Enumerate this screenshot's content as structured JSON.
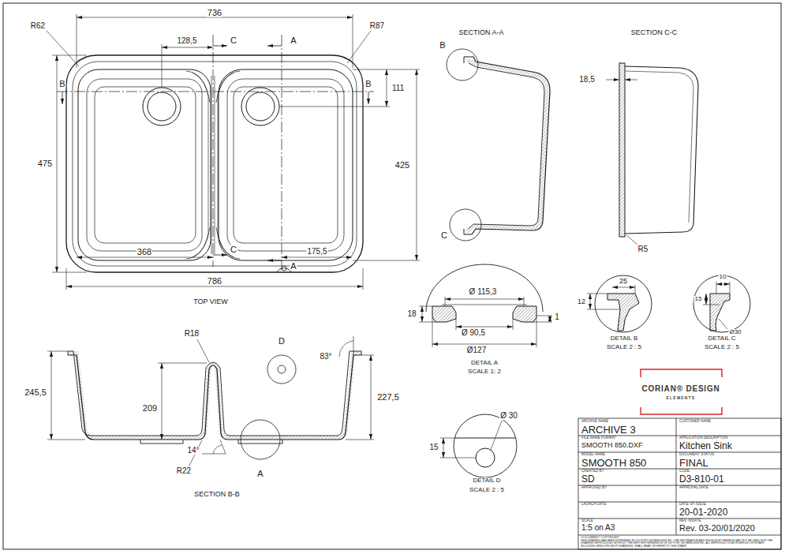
{
  "diagram": {
    "nodes": [
      {
        "text": [
          "CORIAN® DESIGN",
          "ELEMENTS"
        ]
      }
    ],
    "labels": [
      "R62",
      "736",
      "128,5",
      "C",
      "A",
      "R87",
      "B",
      "111",
      "B",
      "475",
      "425",
      "368",
      "C",
      "A",
      "175,5",
      "786",
      "TOP VIEW",
      "R18",
      "D",
      "83°",
      "245,5",
      "227,5",
      "209",
      "14°",
      "R22",
      "A",
      "SECTION B-B",
      "SECTION A-A",
      "B",
      "C",
      "SECTION C-C",
      "18,5",
      "R5",
      "Ø 115,3",
      "18",
      "1",
      "Ø 90,5",
      "Ø127",
      "DETAIL A",
      "SCALE 1: 2",
      "25",
      "12",
      "DETAIL B",
      "SCALE 2 : 5",
      "10",
      "15",
      "Ø30",
      "DETAIL C",
      "SCALE 2 : 5",
      "Ø 30",
      "15",
      "DETAIL D",
      "SCALE 2 : 5",
      "ARCHIVE NAME",
      "ARCHIVE 3",
      "CUSTOMER NAME",
      "FILE NAME FORMAT",
      "SMOOTH 850.DXF",
      "APPLICATION DESCRIPTION",
      "Kitchen Sink",
      "MODEL NAME",
      "SMOOTH 850",
      "DOCUMENT STATUS",
      "FINAL",
      "CREATED BY",
      "SD",
      "CODE",
      "D3-810-01",
      "APPROVED BY",
      "APPROVAL DATE",
      "LAUNCH DATE",
      "DATE OF ISSUE",
      "20-01-2020",
      "SCALE",
      "1:5 on A3",
      "REV. N/DATE",
      "Rev. 03-20/01/2020",
      "DOCUMENT COPYRIGHT",
      "THIS DRAWING HAS BEEN FURNISHED BY DU PONT DE NEMOURS INC. THE INFORMATION AND KNOW-HOW THEREON MAY NOT BE USED NOR THE DRAWING REPRODUCED WITHOUT THE WRITTEN PERMISSION OF DU PONT DE NEMOURS INC. ALL REPRODUCTIONS IN WHOLE OR IN PART, INCLUDING VENDORS SHOP DRAWINGS, SHALL BEAR OR REFER TO THIS STAMP."
    ]
  }
}
